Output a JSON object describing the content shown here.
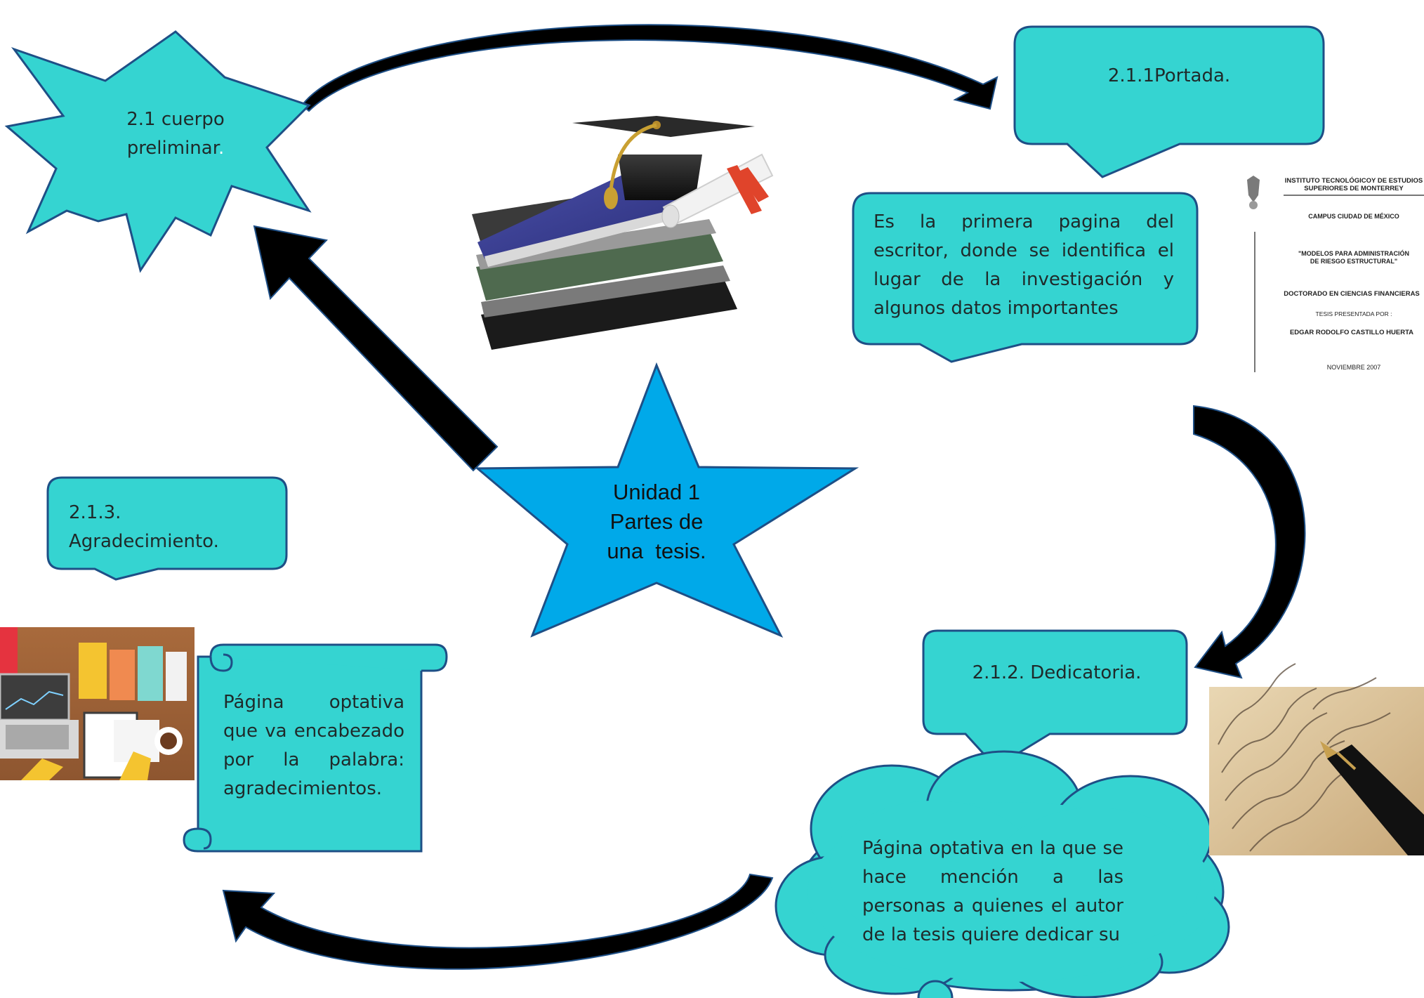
{
  "center": {
    "lines": [
      "Unidad 1",
      "Partes de",
      "una  tesis."
    ]
  },
  "nodes": {
    "preliminar": {
      "line1": "2.1 cuerpo",
      "line2": "preliminar",
      "dot": "."
    },
    "portada": {
      "title": "2.1.1Portada.",
      "description": "Es la primera pagina del escritor, donde se identifica el lugar de la investigación y algunos datos importantes"
    },
    "dedicatoria": {
      "title": "2.1.2. Dedicatoria.",
      "description": "Página optativa en la que se hace mención a las personas a quienes el autor de la tesis quiere dedicar su"
    },
    "agradecimiento": {
      "title": "2.1.3. Agradecimiento.",
      "description": "Página optativa que va encabezado por la palabra: agradecimientos."
    }
  },
  "cover_page": {
    "institute": "INSTITUTO TECNOLÓGICOY DE ESTUDIOS",
    "institute2": "SUPERIORES DE MONTERREY",
    "campus": "CAMPUS CIUDAD DE MÉXICO",
    "thesis_title1": "\"MODELOS PARA ADMINISTRACIÓN",
    "thesis_title2": "DE RIESGO ESTRUCTURAL\"",
    "program": "DOCTORADO EN CIENCIAS FINANCIERAS",
    "presented_by": "TESIS PRESENTADA  POR :",
    "author": "EDGAR RODOLFO CASTILLO HUERTA",
    "date": "NOVIEMBRE   2007"
  },
  "colors": {
    "shape_fill": "#35d4d1",
    "shape_stroke": "#1e4f86",
    "star_fill": "#00a9e9",
    "arrow": "#000000"
  }
}
